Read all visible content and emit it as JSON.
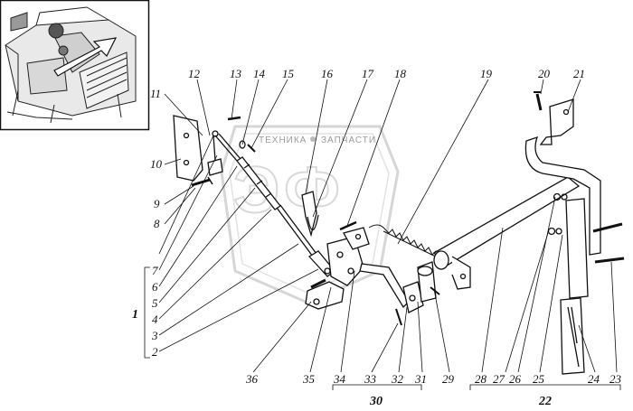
{
  "watermark": {
    "top_text": "ТЕХНИКА",
    "top_text_2": "ЗАПЧАСТИ",
    "logo": "ЭФ"
  },
  "callouts": [
    "1",
    "2",
    "3",
    "4",
    "5",
    "6",
    "7",
    "8",
    "9",
    "10",
    "11",
    "12",
    "13",
    "14",
    "15",
    "16",
    "17",
    "18",
    "19",
    "20",
    "21",
    "22",
    "23",
    "24",
    "25",
    "26",
    "27",
    "28",
    "29",
    "30",
    "31",
    "32",
    "33",
    "34",
    "35",
    "36"
  ],
  "groups": {
    "g1": "1",
    "g30": "30",
    "g22": "22"
  }
}
